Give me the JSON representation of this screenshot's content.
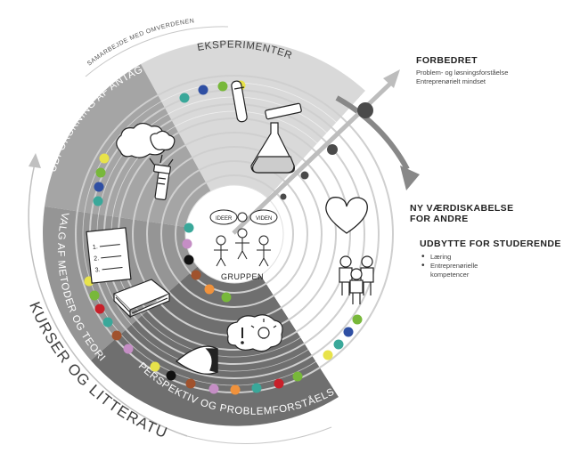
{
  "segments": {
    "eksperimenter": "EKSPERIMENTER",
    "udforskning": "UDFORSKNING AF ANTAGELSER",
    "valg": "VALG AF METODER OG TEORIER",
    "perspektiv": "PERSPEKTIV OG PROBLEMFORSTÅELSE"
  },
  "arc_top": "SAMARBEJDE MED OMVERDENEN",
  "arc_bottom": "KURSER OG LITTERATUR",
  "center": {
    "label": "GRUPPEN",
    "bubble1": "IDEER",
    "bubble2": "VIDEN"
  },
  "list_card": {
    "item1": "1.",
    "item2": "2.",
    "item3": "3."
  },
  "right": {
    "forbedret_title": "FORBEDRET",
    "forbedret_line1": "Problem- og løsningsforståelse",
    "forbedret_line2": "Entreprenørielt mindset",
    "ny_title_line1": "NY VÆRDISKABELSE",
    "ny_title_line2": "FOR ANDRE",
    "udbytte_title": "UDBYTTE FOR STUDERENDE",
    "udbytte_items": [
      "Læring",
      "Entreprenørielle kompetencer"
    ]
  },
  "dot_colors": {
    "teal": "#3aa89a",
    "blue": "#2f4fa3",
    "green": "#78b83a",
    "yellow": "#e8e34a",
    "black": "#111111",
    "red": "#c8202a",
    "brown": "#a0522d",
    "orange": "#f0923c",
    "purple": "#c58ec5"
  },
  "icons": [
    "cloud-icon",
    "flashlight-icon",
    "test-tube-icon",
    "flask-icon",
    "list-icon",
    "books-icon",
    "eye-icon",
    "idea-icon",
    "heart-icon",
    "people-icon",
    "group-icon"
  ]
}
